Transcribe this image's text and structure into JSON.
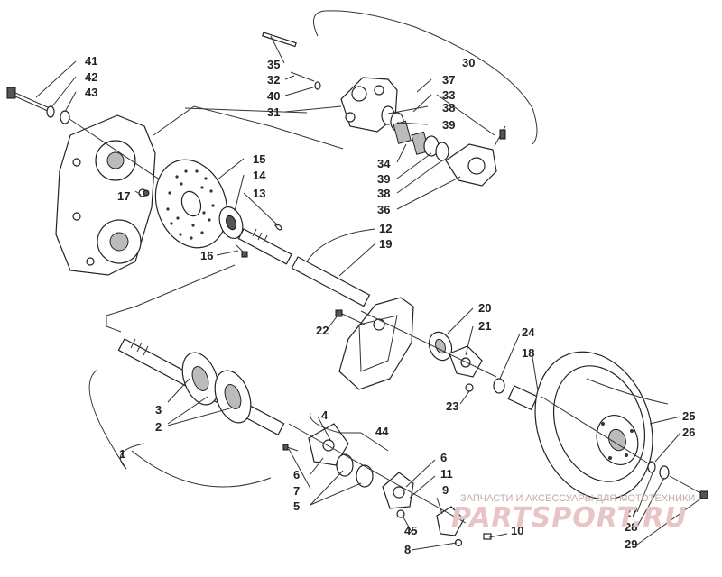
{
  "labels": {
    "l41": "41",
    "l42": "42",
    "l43": "43",
    "l35": "35",
    "l32": "32",
    "l40": "40",
    "l31": "31",
    "l30": "30",
    "l37": "37",
    "l33": "33",
    "l38a": "38",
    "l39a": "39",
    "l34": "34",
    "l39b": "39",
    "l38b": "38",
    "l36": "36",
    "l15": "15",
    "l14": "14",
    "l13": "13",
    "l17": "17",
    "l16": "16",
    "l12": "12",
    "l19": "19",
    "l20": "20",
    "l21": "21",
    "l22": "22",
    "l24": "24",
    "l18": "18",
    "l23": "23",
    "l3": "3",
    "l2": "2",
    "l1": "1",
    "l4": "4",
    "l44": "44",
    "l6a": "6",
    "l7": "7",
    "l5": "5",
    "l6b": "6",
    "l11": "11",
    "l9": "9",
    "l10": "10",
    "l45": "45",
    "l8": "8",
    "l25": "25",
    "l26": "26",
    "l27": "27",
    "l28": "28",
    "l29": "29"
  },
  "watermark": {
    "caption": "ЗАПЧАСТИ И АКСЕССУАРЫ ДЛЯ МОТОТЕХНИКИ",
    "logo": "PARTSPORT.RU"
  }
}
